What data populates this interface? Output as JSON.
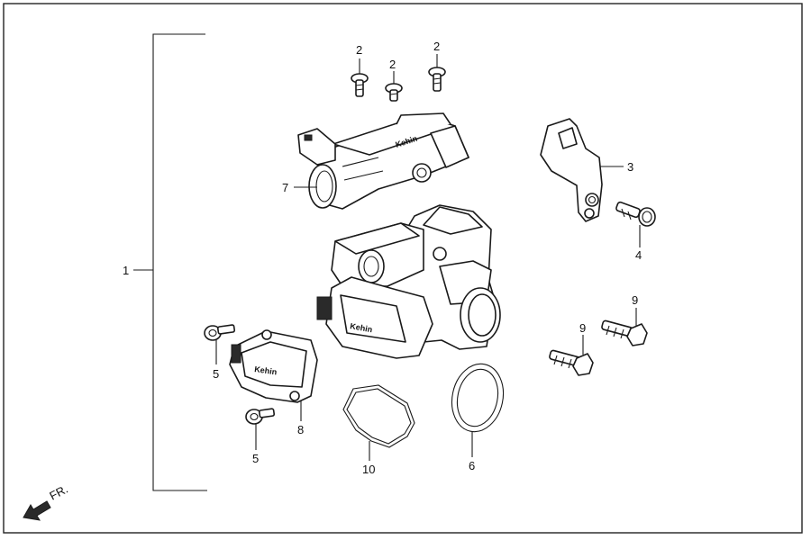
{
  "callouts": {
    "c1": "1",
    "c2a": "2",
    "c2b": "2",
    "c2c": "2",
    "c3": "3",
    "c4": "4",
    "c5a": "5",
    "c5b": "5",
    "c6": "6",
    "c7": "7",
    "c8": "8",
    "c9a": "9",
    "c9b": "9",
    "c10": "10"
  },
  "direction_label": "FR.",
  "brand_marks": {
    "sensor_7": "Kehin",
    "body_main": "Kehin",
    "sensor_8": "Kehin"
  }
}
